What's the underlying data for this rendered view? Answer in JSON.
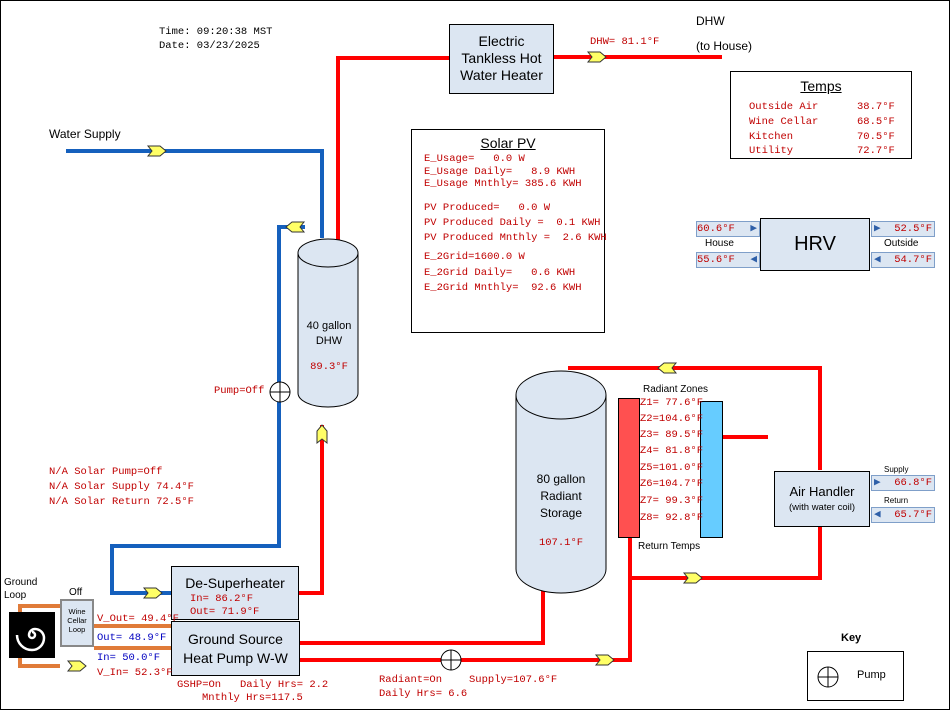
{
  "header": {
    "time": "Time: 09:20:38 MST",
    "date": "Date: 03/23/2025"
  },
  "water_heater": {
    "line1": "Electric",
    "line2": "Tankless Hot",
    "line3": "Water Heater"
  },
  "dhw_out": {
    "title": "DHW",
    "subtitle": "(to House)",
    "temp": "DHW= 81.1°F"
  },
  "water_supply": {
    "label": "Water Supply"
  },
  "temps": {
    "title": "Temps",
    "rows": [
      {
        "name": "Outside Air",
        "value": "38.7°F"
      },
      {
        "name": "Wine Cellar",
        "value": "68.5°F"
      },
      {
        "name": "Kitchen",
        "value": "70.5°F"
      },
      {
        "name": "Utility",
        "value": "72.7°F"
      }
    ]
  },
  "solar_pv": {
    "title": "Solar PV",
    "lines": [
      "E_Usage=   0.0 W",
      "E_Usage Daily=   8.9 KWH",
      "E_Usage Mnthly= 385.6 KWH",
      "",
      "PV Produced=   0.0 W",
      "PV Produced Daily =  0.1 KWH",
      "PV Produced Mnthly =  2.6 KWH",
      "",
      "E_2Grid=1600.0 W",
      "E_2Grid Daily=   0.6 KWH",
      "E_2Grid Mnthly=  92.6 KWH"
    ]
  },
  "hrv": {
    "title": "HRV",
    "house_label": "House",
    "outside_label": "Outside",
    "house_top": "60.6°F",
    "house_bottom": "55.6°F",
    "outside_top": "52.5°F",
    "outside_bottom": "54.7°F"
  },
  "dhw_tank": {
    "line1": "40 gallon",
    "line2": "DHW",
    "temp": "89.3°F"
  },
  "pump_dhw": {
    "label": "Pump=Off"
  },
  "radiant_storage": {
    "line1": "80 gallon",
    "line2": "Radiant",
    "line3": "Storage",
    "temp": "107.1°F"
  },
  "radiant_zones": {
    "title": "Radiant Zones",
    "footer": "Return Temps",
    "zones": [
      "Z1= 77.6°F",
      "Z2=104.6°F",
      "Z3= 89.5°F",
      "Z4= 81.8°F",
      "Z5=101.0°F",
      "Z6=104.7°F",
      "Z7= 99.3°F",
      "Z8= 92.8°F"
    ]
  },
  "air_handler": {
    "title": "Air Handler",
    "subtitle": "(with water coil)",
    "supply_label": "Supply",
    "return_label": "Return",
    "supply_temp": "66.8°F",
    "return_temp": "65.7°F"
  },
  "solar_status": {
    "pump": "N/A Solar Pump=Off",
    "supply": "N/A Solar Supply 74.4°F",
    "return": "N/A Solar Return 72.5°F"
  },
  "desuperheater": {
    "title": "De-Superheater",
    "in": "In= 86.2°F",
    "out": "Out= 71.9°F"
  },
  "gshp": {
    "line1": "Ground Source",
    "line2": "Heat Pump W-W",
    "status": "GSHP=On   Daily Hrs= 2.2",
    "monthly": "Mnthly Hrs=117.5"
  },
  "ground_loop": {
    "label_line1": "Ground",
    "label_line2": "Loop",
    "v_out": "V_Out= 49.4°F",
    "out": "Out= 48.9°F",
    "in": "In= 50.0°F",
    "v_in": "V_In= 52.3°F"
  },
  "wine_cellar": {
    "status": "Off",
    "line1": "Wine",
    "line2": "Cellar",
    "line3": "Loop"
  },
  "radiant_pump": {
    "status": "Radiant=On",
    "daily": "Daily Hrs= 6.6",
    "supply": "Supply=107.6°F"
  },
  "key": {
    "title": "Key",
    "pump_label": "Pump"
  },
  "colors": {
    "hot": "#ff0000",
    "cold": "#1560bd",
    "ground": "#e07b39",
    "panel": "#dce6f2",
    "value_text": "#c00000"
  }
}
